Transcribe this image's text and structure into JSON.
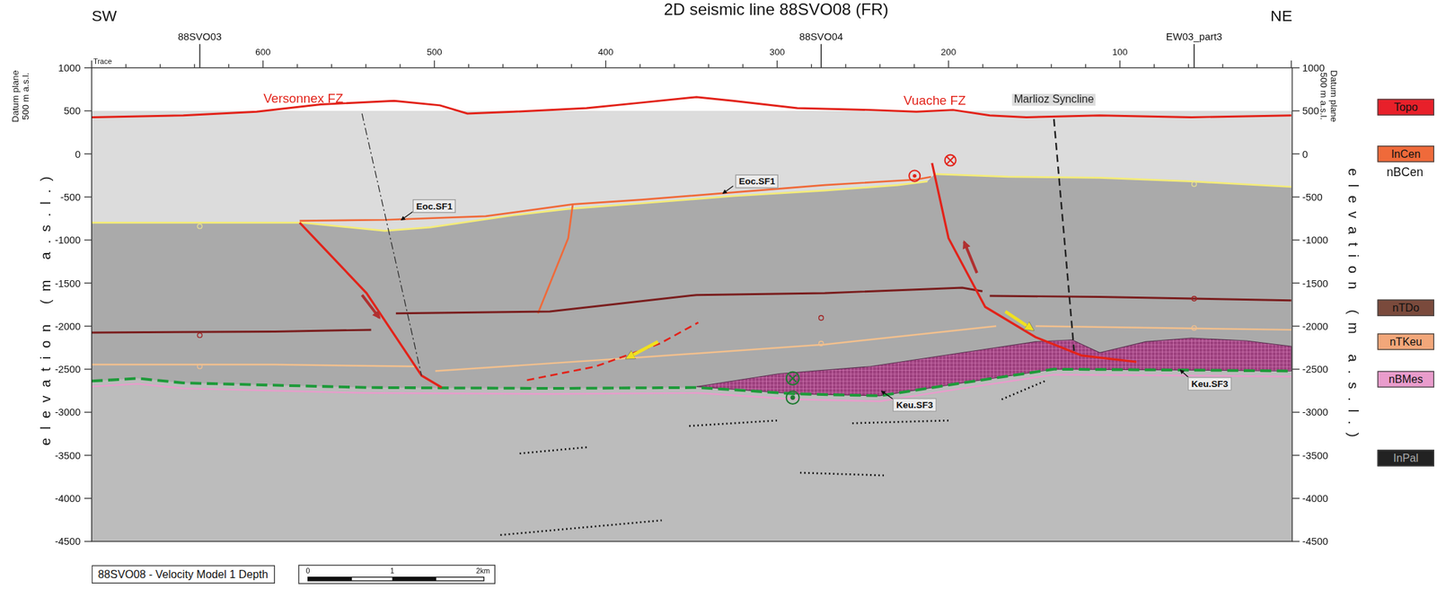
{
  "diagram": {
    "title": "2D seismic line 88SVO08 (FR)",
    "nodes": [
      {
        "text": [
          "88SVO08 - Velocity Model 1 Depth"
        ]
      }
    ],
    "labels": [
      "SW",
      "NE",
      "88SVO03",
      "88SVO04",
      "EW03_part3",
      "Trace",
      "600",
      "500",
      "400",
      "300",
      "200",
      "100",
      "1000",
      "500",
      "0",
      "-500",
      "-1000",
      "-1500",
      "-2000",
      "-2500",
      "-3000",
      "-3500",
      "-4000",
      "-4500",
      "1000",
      "500",
      "0",
      "-500",
      "-1000",
      "-1500",
      "-2000",
      "-2500",
      "-3000",
      "-3500",
      "-4000",
      "-4500",
      "Datum plane 500 m a.s.l.",
      "elevation (m a.s.l.)",
      "Datum plane 500 m a.s.l.",
      "elevation (m a.s.l.)",
      "Versonnex FZ",
      "Vuache FZ",
      "Marlioz Syncline",
      "Eoc.SF1",
      "Eoc.SF1",
      "Keu.SF3",
      "Keu.SF3",
      "0",
      "1",
      "2km"
    ],
    "legend": [
      {
        "text": "Topo",
        "color": "#e8202a"
      },
      {
        "text": "InCen",
        "color": "#ef6a3a"
      },
      {
        "text": "nBCen"
      },
      {
        "text": "nTDo",
        "color": "#7a4a3c"
      },
      {
        "text": "nTKeu",
        "color": "#f2a77a"
      },
      {
        "text": "nBMes",
        "color": "#e99ccc"
      },
      {
        "text": "InPal",
        "color": "#222222"
      }
    ]
  }
}
